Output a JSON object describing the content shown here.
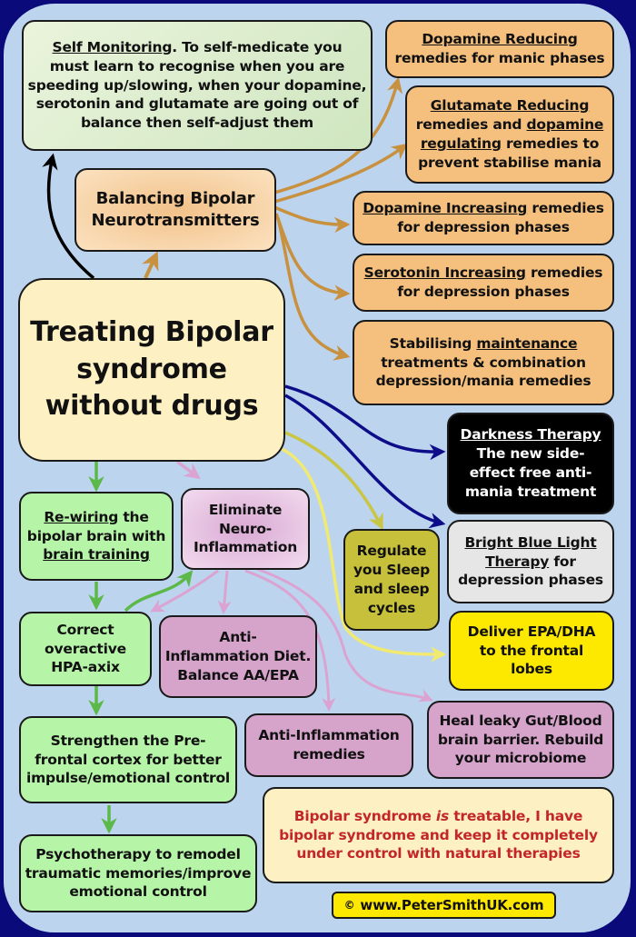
{
  "colors": {
    "frame_border": "#0a0a7a",
    "background": "#bcd4ee",
    "arrow_orange": "#c8913f",
    "arrow_navy": "#0d0d8a",
    "arrow_yellow": "#f0ea72",
    "arrow_olive": "#c9c545",
    "arrow_green": "#5cb848",
    "arrow_pink": "#dba3d1",
    "arrow_black": "#000000",
    "disclaimer_red": "#c2262a"
  },
  "nodes": {
    "self_monitoring": {
      "title": "Self Monitoring",
      "rest_line1": ". To self-medicate you",
      "line2": "must learn to recognise when you are",
      "line3": "speeding up/slowing, when your dopamine,",
      "line4": "serotonin and glutamate are going out of",
      "line5": "balance then self-adjust them"
    },
    "balancing": {
      "line1": "Balancing Bipolar",
      "line2": "Neurotransmitters"
    },
    "main": {
      "line1": "Treating Bipolar",
      "line2": "syndrome",
      "line3": "without drugs"
    },
    "dopamine_reducing": {
      "title": "Dopamine Reducing",
      "line2": "remedies for manic phases"
    },
    "glutamate_reducing": {
      "title": "Glutamate Reducing",
      "line2_pre": "remedies and ",
      "line2_u": "dopamine",
      "line3_u": "regulating",
      "line3_post": " remedies to",
      "line4": "prevent stabilise mania"
    },
    "dopamine_increasing": {
      "title": "Dopamine Increasing",
      "title_post": " remedies",
      "line2": "for depression phases"
    },
    "serotonin_increasing": {
      "title": "Serotonin Increasing",
      "title_post": " remedies",
      "line2": "for depression phases"
    },
    "stabilising": {
      "line1_pre": "Stabilising ",
      "line1_u": "maintenance",
      "line2": "treatments & combination",
      "line3": "depression/mania remedies"
    },
    "darkness": {
      "title": "Darkness Therapy",
      "line2": "The new side-",
      "line3": "effect free anti-",
      "line4": "mania treatment"
    },
    "blue_light": {
      "title1": "Bright Blue Light",
      "title2": "Therapy",
      "title2_post": " for",
      "line3": "depression phases"
    },
    "sleep": {
      "line1": "Regulate",
      "line2": "you Sleep",
      "line3": "and sleep",
      "line4": "cycles"
    },
    "epa_dha": {
      "line1": "Deliver EPA/DHA",
      "line2": "to the frontal",
      "line3": "lobes"
    },
    "rewiring": {
      "line1_u": "Re-wiring",
      "line1_post": " the",
      "line2": "bipolar brain with",
      "line3_u": "brain training"
    },
    "neuro_inflammation": {
      "line1": "Eliminate",
      "line2": "Neuro-",
      "line3": "Inflammation"
    },
    "hpa": {
      "line1": "Correct",
      "line2": "overactive",
      "line3": "HPA-axix"
    },
    "anti_inflam_diet": {
      "line1": "Anti-",
      "line2": "Inflammation Diet.",
      "line3": "Balance AA/EPA"
    },
    "prefrontal": {
      "line1": "Strengthen the Pre-",
      "line2": "frontal cortex for better",
      "line3": "impulse/emotional control"
    },
    "anti_inflam_remedies": {
      "line1": "Anti-Inflammation",
      "line2": "remedies"
    },
    "leaky_gut": {
      "line1": "Heal leaky Gut/Blood",
      "line2": "brain barrier. Rebuild",
      "line3": "your microbiome"
    },
    "psychotherapy": {
      "line1": "Psychotherapy to remodel",
      "line2": "traumatic memories/improve",
      "line3": "emotional control"
    },
    "disclaimer": {
      "line1_pre": "Bipolar syndrome ",
      "line1_em": "is",
      "line1_post": " treatable, I have",
      "line2": "bipolar syndrome and keep it completely",
      "line3": "under control with natural therapies"
    },
    "copyright": {
      "symbol": "©",
      "text": "www.PeterSmithUK.com"
    }
  }
}
